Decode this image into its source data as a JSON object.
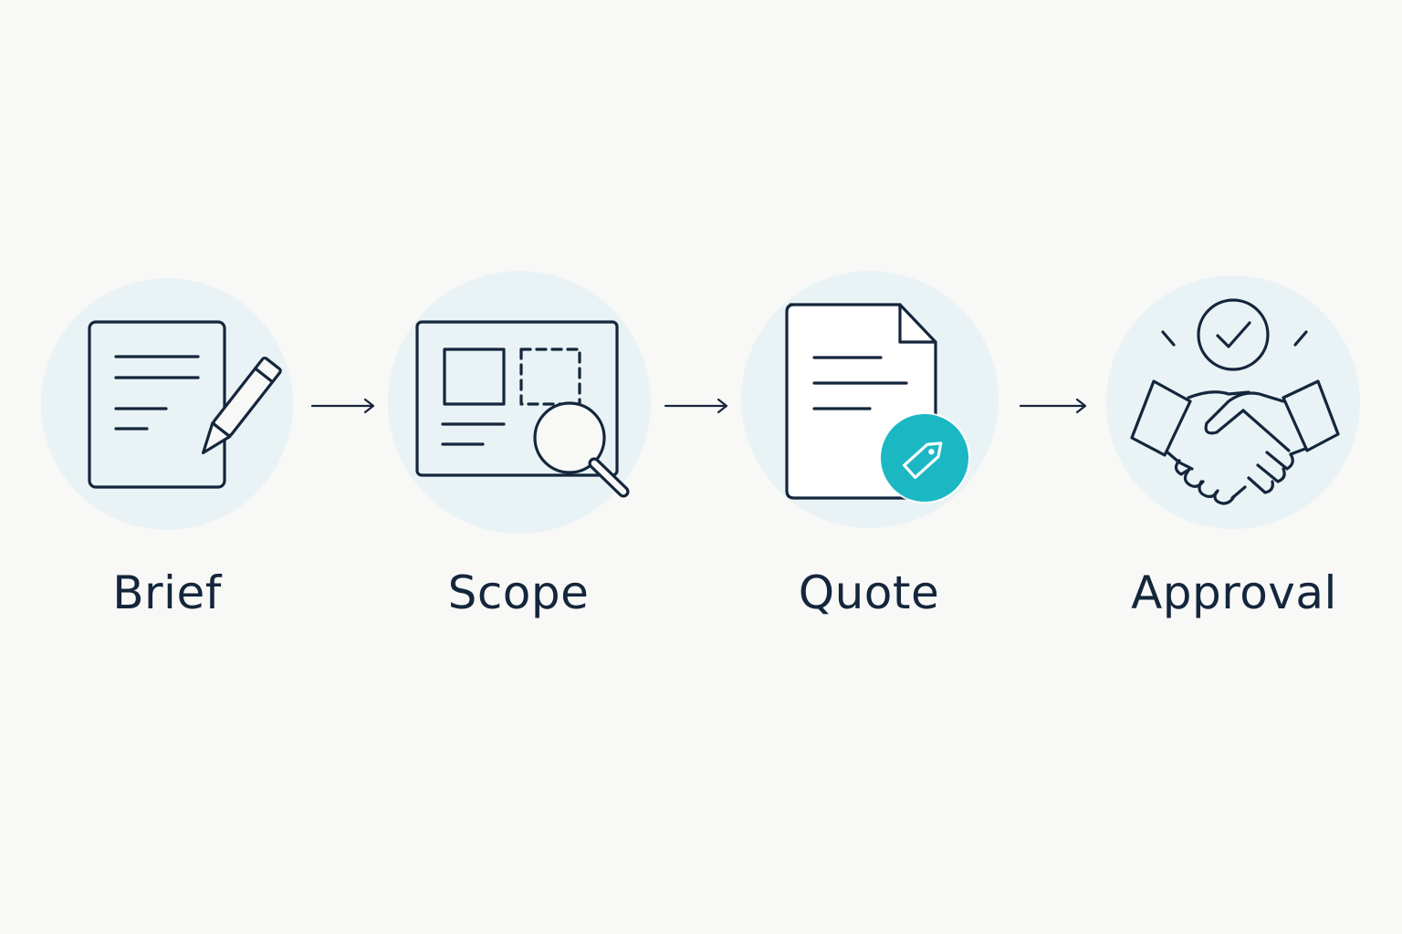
{
  "colors": {
    "background": "#f8f8f6",
    "circle_fill": "#e9f3f5",
    "ink": "#14263c",
    "accent": "#1bb8c4"
  },
  "steps": [
    {
      "label": "Brief",
      "icon": "document-pencil-icon"
    },
    {
      "label": "Scope",
      "icon": "layout-magnifier-icon"
    },
    {
      "label": "Quote",
      "icon": "document-price-tag-icon"
    },
    {
      "label": "Approval",
      "icon": "handshake-checkmark-icon"
    }
  ],
  "connectors": [
    {
      "from": "Brief",
      "to": "Scope"
    },
    {
      "from": "Scope",
      "to": "Quote"
    },
    {
      "from": "Quote",
      "to": "Approval"
    }
  ]
}
